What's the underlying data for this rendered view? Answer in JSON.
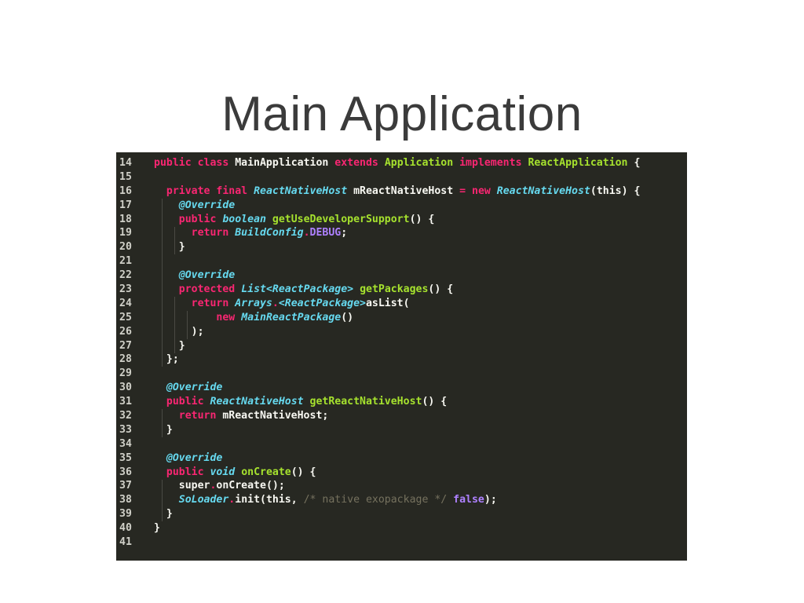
{
  "slide": {
    "title": "Main Application"
  },
  "editor": {
    "lines": [
      {
        "num": "14",
        "tokens": [
          {
            "t": "public",
            "c": "kw"
          },
          {
            "t": " ",
            "c": "id"
          },
          {
            "t": "class",
            "c": "kw"
          },
          {
            "t": " MainApplication ",
            "c": "id"
          },
          {
            "t": "extends",
            "c": "kw"
          },
          {
            "t": " ",
            "c": "id"
          },
          {
            "t": "Application",
            "c": "fn"
          },
          {
            "t": " ",
            "c": "id"
          },
          {
            "t": "implements",
            "c": "kw"
          },
          {
            "t": " ",
            "c": "id"
          },
          {
            "t": "ReactApplication",
            "c": "fn"
          },
          {
            "t": " {",
            "c": "punc"
          }
        ]
      },
      {
        "num": "15",
        "tokens": []
      },
      {
        "num": "16",
        "tokens": [
          {
            "t": "  ",
            "c": "id"
          },
          {
            "t": "private",
            "c": "kw"
          },
          {
            "t": " ",
            "c": "id"
          },
          {
            "t": "final",
            "c": "kw"
          },
          {
            "t": " ",
            "c": "id"
          },
          {
            "t": "ReactNativeHost",
            "c": "type"
          },
          {
            "t": " mReactNativeHost ",
            "c": "id"
          },
          {
            "t": "=",
            "c": "kw"
          },
          {
            "t": " ",
            "c": "id"
          },
          {
            "t": "new",
            "c": "kw"
          },
          {
            "t": " ",
            "c": "id"
          },
          {
            "t": "ReactNativeHost",
            "c": "type"
          },
          {
            "t": "(this) {",
            "c": "punc"
          }
        ]
      },
      {
        "num": "17",
        "tokens": [
          {
            "t": "    ",
            "c": "id"
          },
          {
            "t": "@Override",
            "c": "type"
          }
        ]
      },
      {
        "num": "18",
        "tokens": [
          {
            "t": "    ",
            "c": "id"
          },
          {
            "t": "public",
            "c": "kw"
          },
          {
            "t": " ",
            "c": "id"
          },
          {
            "t": "boolean",
            "c": "type"
          },
          {
            "t": " ",
            "c": "id"
          },
          {
            "t": "getUseDeveloperSupport",
            "c": "fn"
          },
          {
            "t": "() {",
            "c": "punc"
          }
        ]
      },
      {
        "num": "19",
        "tokens": [
          {
            "t": "      ",
            "c": "id"
          },
          {
            "t": "return",
            "c": "kw"
          },
          {
            "t": " ",
            "c": "id"
          },
          {
            "t": "BuildConfig",
            "c": "type"
          },
          {
            "t": ".",
            "c": "kw"
          },
          {
            "t": "DEBUG",
            "c": "const"
          },
          {
            "t": ";",
            "c": "punc"
          }
        ]
      },
      {
        "num": "20",
        "tokens": [
          {
            "t": "    }",
            "c": "punc"
          }
        ]
      },
      {
        "num": "21",
        "tokens": []
      },
      {
        "num": "22",
        "tokens": [
          {
            "t": "    ",
            "c": "id"
          },
          {
            "t": "@Override",
            "c": "type"
          }
        ]
      },
      {
        "num": "23",
        "tokens": [
          {
            "t": "    ",
            "c": "id"
          },
          {
            "t": "protected",
            "c": "kw"
          },
          {
            "t": " ",
            "c": "id"
          },
          {
            "t": "List",
            "c": "type"
          },
          {
            "t": "<ReactPackage>",
            "c": "type"
          },
          {
            "t": " ",
            "c": "id"
          },
          {
            "t": "getPackages",
            "c": "fn"
          },
          {
            "t": "() {",
            "c": "punc"
          }
        ]
      },
      {
        "num": "24",
        "tokens": [
          {
            "t": "      ",
            "c": "id"
          },
          {
            "t": "return",
            "c": "kw"
          },
          {
            "t": " ",
            "c": "id"
          },
          {
            "t": "Arrays",
            "c": "type"
          },
          {
            "t": ".",
            "c": "kw"
          },
          {
            "t": "<ReactPackage>",
            "c": "type"
          },
          {
            "t": "asList(",
            "c": "id"
          }
        ]
      },
      {
        "num": "25",
        "tokens": [
          {
            "t": "          ",
            "c": "id"
          },
          {
            "t": "new",
            "c": "kw"
          },
          {
            "t": " ",
            "c": "id"
          },
          {
            "t": "MainReactPackage",
            "c": "type"
          },
          {
            "t": "()",
            "c": "punc"
          }
        ]
      },
      {
        "num": "26",
        "tokens": [
          {
            "t": "      );",
            "c": "punc"
          }
        ]
      },
      {
        "num": "27",
        "tokens": [
          {
            "t": "    }",
            "c": "punc"
          }
        ]
      },
      {
        "num": "28",
        "tokens": [
          {
            "t": "  };",
            "c": "punc"
          }
        ]
      },
      {
        "num": "29",
        "tokens": []
      },
      {
        "num": "30",
        "tokens": [
          {
            "t": "  ",
            "c": "id"
          },
          {
            "t": "@Override",
            "c": "type"
          }
        ]
      },
      {
        "num": "31",
        "tokens": [
          {
            "t": "  ",
            "c": "id"
          },
          {
            "t": "public",
            "c": "kw"
          },
          {
            "t": " ",
            "c": "id"
          },
          {
            "t": "ReactNativeHost",
            "c": "type"
          },
          {
            "t": " ",
            "c": "id"
          },
          {
            "t": "getReactNativeHost",
            "c": "fn"
          },
          {
            "t": "() {",
            "c": "punc"
          }
        ]
      },
      {
        "num": "32",
        "tokens": [
          {
            "t": "    ",
            "c": "id"
          },
          {
            "t": "return",
            "c": "kw"
          },
          {
            "t": " mReactNativeHost;",
            "c": "id"
          }
        ]
      },
      {
        "num": "33",
        "tokens": [
          {
            "t": "  }",
            "c": "punc"
          }
        ]
      },
      {
        "num": "34",
        "tokens": []
      },
      {
        "num": "35",
        "tokens": [
          {
            "t": "  ",
            "c": "id"
          },
          {
            "t": "@Override",
            "c": "type"
          }
        ]
      },
      {
        "num": "36",
        "tokens": [
          {
            "t": "  ",
            "c": "id"
          },
          {
            "t": "public",
            "c": "kw"
          },
          {
            "t": " ",
            "c": "id"
          },
          {
            "t": "void",
            "c": "type"
          },
          {
            "t": " ",
            "c": "id"
          },
          {
            "t": "onCreate",
            "c": "fn"
          },
          {
            "t": "() {",
            "c": "punc"
          }
        ]
      },
      {
        "num": "37",
        "tokens": [
          {
            "t": "    super",
            "c": "id"
          },
          {
            "t": ".",
            "c": "kw"
          },
          {
            "t": "onCreate();",
            "c": "id"
          }
        ]
      },
      {
        "num": "38",
        "tokens": [
          {
            "t": "    ",
            "c": "id"
          },
          {
            "t": "SoLoader",
            "c": "type"
          },
          {
            "t": ".",
            "c": "kw"
          },
          {
            "t": "init(this, ",
            "c": "id"
          },
          {
            "t": "/* native exopackage */",
            "c": "comment"
          },
          {
            "t": " ",
            "c": "id"
          },
          {
            "t": "false",
            "c": "const"
          },
          {
            "t": ");",
            "c": "punc"
          }
        ]
      },
      {
        "num": "39",
        "tokens": [
          {
            "t": "  }",
            "c": "punc"
          }
        ]
      },
      {
        "num": "40",
        "tokens": [
          {
            "t": "}",
            "c": "punc"
          }
        ]
      },
      {
        "num": "41",
        "tokens": []
      }
    ]
  }
}
